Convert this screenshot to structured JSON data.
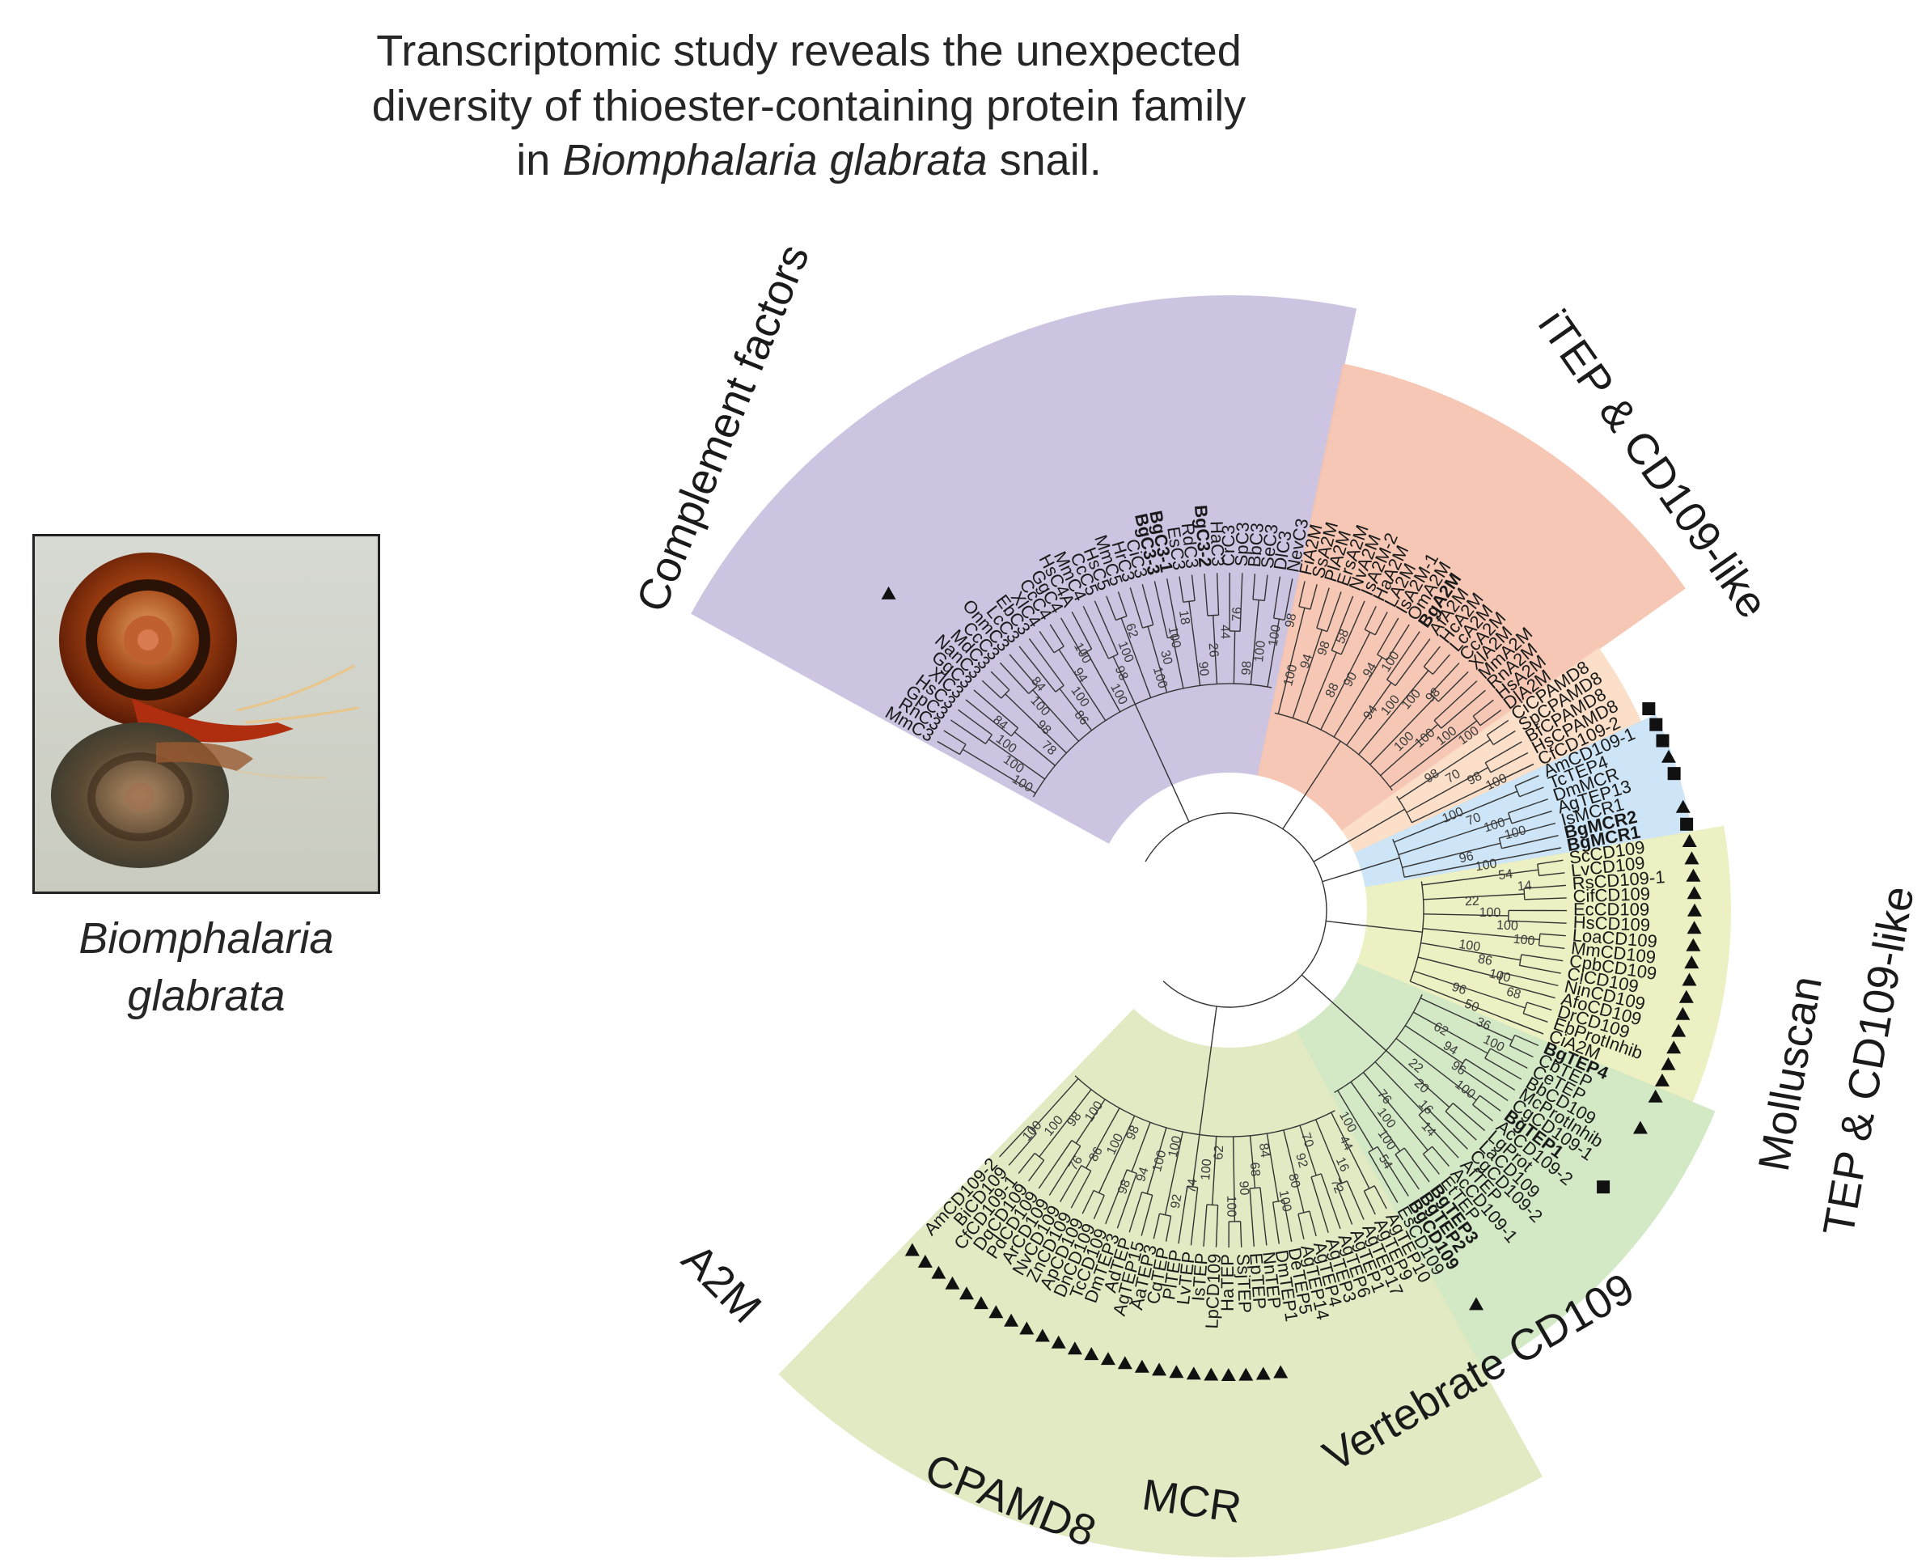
{
  "title": {
    "line1": "Transcriptomic study reveals the unexpected",
    "line2": "diversity of thioester-containing protein family",
    "line3_pre": "in ",
    "line3_italic": "Biomphalaria glabrata",
    "line3_post": " snail."
  },
  "photo": {
    "caption_line1": "Biomphalaria",
    "caption_line2": "glabrata"
  },
  "colors": {
    "complement": "#c9bfe0",
    "a2m": "#f5c2ae",
    "cpamd8": "#fbdcc3",
    "mcr": "#c9e3f5",
    "vertebrate": "#ecefbd",
    "itep": "#dfe8bf",
    "molluscan": "#cfe7c1"
  },
  "clade_labels": {
    "complement": "Complement factors",
    "a2m": "A2M",
    "cpamd8": "CPAMD8",
    "mcr": "MCR",
    "vertebrate": "Vertebrate CD109",
    "itep": "iTEP & CD109-like",
    "molluscan1": "Molluscan",
    "molluscan2": "TEP & CD109-like"
  },
  "leaves": [
    {
      "name": "MmC3",
      "clade": "complement"
    },
    {
      "name": "RnC3",
      "clade": "complement"
    },
    {
      "name": "GpC3",
      "clade": "complement"
    },
    {
      "name": "HsC3",
      "clade": "complement"
    },
    {
      "name": "XlC3",
      "clade": "complement"
    },
    {
      "name": "GgC3",
      "clade": "complement"
    },
    {
      "name": "NanC3",
      "clade": "complement",
      "marker": "triangle"
    },
    {
      "name": "MdC3",
      "clade": "complement"
    },
    {
      "name": "CcC3",
      "clade": "complement"
    },
    {
      "name": "OnmC3",
      "clade": "complement"
    },
    {
      "name": "LcC3",
      "clade": "complement"
    },
    {
      "name": "EbC3",
      "clade": "complement"
    },
    {
      "name": "XlC4",
      "clade": "complement"
    },
    {
      "name": "CcC4",
      "clade": "complement"
    },
    {
      "name": "GgC4",
      "clade": "complement"
    },
    {
      "name": "HsC4A",
      "clade": "complement"
    },
    {
      "name": "MmC4",
      "clade": "complement"
    },
    {
      "name": "CcC5",
      "clade": "complement"
    },
    {
      "name": "HsC5",
      "clade": "complement"
    },
    {
      "name": "MmC5",
      "clade": "complement"
    },
    {
      "name": "HrC3",
      "clade": "complement"
    },
    {
      "name": "CiC3",
      "clade": "complement"
    },
    {
      "name": "BgC3-3",
      "clade": "complement",
      "bold": true
    },
    {
      "name": "BgC3-1",
      "clade": "complement",
      "bold": true
    },
    {
      "name": "EsC3",
      "clade": "complement"
    },
    {
      "name": "RdC3",
      "clade": "complement"
    },
    {
      "name": "BgC3-2",
      "clade": "complement",
      "bold": true
    },
    {
      "name": "HaC3",
      "clade": "complement"
    },
    {
      "name": "CrC3",
      "clade": "complement"
    },
    {
      "name": "SpC3",
      "clade": "complement"
    },
    {
      "name": "BbC3",
      "clade": "complement"
    },
    {
      "name": "SeC3",
      "clade": "complement"
    },
    {
      "name": "DlC3",
      "clade": "complement"
    },
    {
      "name": "NevC3",
      "clade": "complement"
    },
    {
      "name": "FiA2M",
      "clade": "a2m"
    },
    {
      "name": "SsA2M",
      "clade": "a2m"
    },
    {
      "name": "PlA2M",
      "clade": "a2m"
    },
    {
      "name": "ErsA2M",
      "clade": "a2m"
    },
    {
      "name": "NvA2M",
      "clade": "a2m"
    },
    {
      "name": "IsA2M-2",
      "clade": "a2m"
    },
    {
      "name": "HaA2M",
      "clade": "a2m"
    },
    {
      "name": "LA2M",
      "clade": "a2m"
    },
    {
      "name": "IsA2M-1",
      "clade": "a2m"
    },
    {
      "name": "OmA2M",
      "clade": "a2m"
    },
    {
      "name": "BgA2M",
      "clade": "a2m",
      "bold": true
    },
    {
      "name": "AfA2M",
      "clade": "a2m"
    },
    {
      "name": "HcA2M",
      "clade": "a2m"
    },
    {
      "name": "LcA2M",
      "clade": "a2m"
    },
    {
      "name": "CcA2M",
      "clade": "a2m"
    },
    {
      "name": "XlA2M",
      "clade": "a2m"
    },
    {
      "name": "MmA2M",
      "clade": "a2m"
    },
    {
      "name": "RnA2M",
      "clade": "a2m"
    },
    {
      "name": "HsA2M",
      "clade": "a2m"
    },
    {
      "name": "DlA2M",
      "clade": "a2m"
    },
    {
      "name": "CiCPAMD8",
      "clade": "cpamd8"
    },
    {
      "name": "SpCPAMD8",
      "clade": "cpamd8"
    },
    {
      "name": "BfCPAMD8",
      "clade": "cpamd8"
    },
    {
      "name": "HsCPAMD8",
      "clade": "cpamd8"
    },
    {
      "name": "CfCD109-2",
      "clade": "cpamd8",
      "marker": "square"
    },
    {
      "name": "AmCD109-1",
      "clade": "mcr",
      "marker": "square"
    },
    {
      "name": "TcTEP4",
      "clade": "mcr",
      "marker": "square"
    },
    {
      "name": "DmMCR",
      "clade": "mcr",
      "marker": "triangle"
    },
    {
      "name": "AgTEP13",
      "clade": "mcr",
      "marker": "square"
    },
    {
      "name": "IsMCR1",
      "clade": "mcr"
    },
    {
      "name": "BgMCR2",
      "clade": "mcr",
      "bold": true,
      "marker": "triangle"
    },
    {
      "name": "BgMCR1",
      "clade": "mcr",
      "bold": true,
      "marker": "square"
    },
    {
      "name": "ScCD109",
      "clade": "vertebrate",
      "marker": "triangle"
    },
    {
      "name": "LvCD109",
      "clade": "vertebrate",
      "marker": "triangle"
    },
    {
      "name": "RsCD109-1",
      "clade": "vertebrate",
      "marker": "triangle"
    },
    {
      "name": "CifCD109",
      "clade": "vertebrate",
      "marker": "triangle"
    },
    {
      "name": "EcCD109",
      "clade": "vertebrate",
      "marker": "triangle"
    },
    {
      "name": "HsCD109",
      "clade": "vertebrate",
      "marker": "triangle"
    },
    {
      "name": "LoaCD109",
      "clade": "vertebrate",
      "marker": "triangle"
    },
    {
      "name": "MmCD109",
      "clade": "vertebrate",
      "marker": "triangle"
    },
    {
      "name": "CpbCD109",
      "clade": "vertebrate",
      "marker": "triangle"
    },
    {
      "name": "CiCD109",
      "clade": "vertebrate",
      "marker": "triangle"
    },
    {
      "name": "NinCD109",
      "clade": "vertebrate",
      "marker": "triangle"
    },
    {
      "name": "AfoCD109",
      "clade": "vertebrate",
      "marker": "triangle"
    },
    {
      "name": "DrCD109",
      "clade": "vertebrate",
      "marker": "triangle"
    },
    {
      "name": "EbProtInhib",
      "clade": "vertebrate",
      "marker": "triangle"
    },
    {
      "name": "CiA2M",
      "clade": "vertebrate",
      "marker": "triangle"
    },
    {
      "name": "BgTEP4",
      "clade": "molluscan",
      "bold": true,
      "marker": "triangle"
    },
    {
      "name": "CbTEP",
      "clade": "molluscan"
    },
    {
      "name": "CeTEP",
      "clade": "molluscan",
      "marker": "triangle"
    },
    {
      "name": "BbCD109",
      "clade": "molluscan"
    },
    {
      "name": "McProtInhib",
      "clade": "molluscan"
    },
    {
      "name": "CgCD109-1",
      "clade": "molluscan"
    },
    {
      "name": "BgTEP1",
      "clade": "molluscan",
      "bold": true,
      "marker": "square"
    },
    {
      "name": "AcCD109-2",
      "clade": "molluscan"
    },
    {
      "name": "LgProt",
      "clade": "molluscan"
    },
    {
      "name": "LaCD109",
      "clade": "molluscan"
    },
    {
      "name": "CgCD109-2",
      "clade": "molluscan"
    },
    {
      "name": "AfTEP",
      "clade": "molluscan"
    },
    {
      "name": "AcCD109-1",
      "clade": "molluscan"
    },
    {
      "name": "EtTEP",
      "clade": "molluscan"
    },
    {
      "name": "BgTEP3",
      "clade": "molluscan",
      "bold": true
    },
    {
      "name": "BgTEP2",
      "clade": "molluscan",
      "bold": true
    },
    {
      "name": "BgCD109",
      "clade": "molluscan",
      "bold": true,
      "marker": "triangle"
    },
    {
      "name": "EsCD109",
      "clade": "molluscan"
    },
    {
      "name": "AgTEP10",
      "clade": "itep"
    },
    {
      "name": "AgTEP9",
      "clade": "itep"
    },
    {
      "name": "AgTEP17",
      "clade": "itep"
    },
    {
      "name": "AgTEP1",
      "clade": "itep"
    },
    {
      "name": "AgTEP6",
      "clade": "itep"
    },
    {
      "name": "AgTEP3",
      "clade": "itep"
    },
    {
      "name": "AgTEP4",
      "clade": "itep"
    },
    {
      "name": "AgTEP14",
      "clade": "itep"
    },
    {
      "name": "DeTEP5",
      "clade": "itep"
    },
    {
      "name": "DmTEP1",
      "clade": "itep"
    },
    {
      "name": "NnTEP",
      "clade": "itep",
      "marker": "triangle"
    },
    {
      "name": "EpTEP",
      "clade": "itep",
      "marker": "triangle"
    },
    {
      "name": "SsjTEP",
      "clade": "itep",
      "marker": "triangle"
    },
    {
      "name": "HaTEP",
      "clade": "itep",
      "marker": "triangle"
    },
    {
      "name": "LpCD109",
      "clade": "itep",
      "marker": "triangle"
    },
    {
      "name": "IsTEP",
      "clade": "itep",
      "marker": "triangle"
    },
    {
      "name": "LvTEP",
      "clade": "itep",
      "marker": "triangle"
    },
    {
      "name": "PlTEP",
      "clade": "itep",
      "marker": "triangle"
    },
    {
      "name": "CqTEP",
      "clade": "itep",
      "marker": "triangle"
    },
    {
      "name": "AaTEP3",
      "clade": "itep",
      "marker": "triangle"
    },
    {
      "name": "AgTEP15",
      "clade": "itep",
      "marker": "triangle"
    },
    {
      "name": "AdTEP",
      "clade": "itep",
      "marker": "triangle"
    },
    {
      "name": "DmTEP3",
      "clade": "itep",
      "marker": "triangle"
    },
    {
      "name": "TcCD109",
      "clade": "itep",
      "marker": "triangle"
    },
    {
      "name": "DnCD109",
      "clade": "itep",
      "marker": "triangle"
    },
    {
      "name": "ApCD109",
      "clade": "itep",
      "marker": "triangle"
    },
    {
      "name": "ZnCD109",
      "clade": "itep",
      "marker": "triangle"
    },
    {
      "name": "NvCD109",
      "clade": "itep",
      "marker": "triangle"
    },
    {
      "name": "ArCD109",
      "clade": "itep",
      "marker": "triangle"
    },
    {
      "name": "PdCD109",
      "clade": "itep",
      "marker": "triangle"
    },
    {
      "name": "DqCD109",
      "clade": "itep",
      "marker": "triangle"
    },
    {
      "name": "CfCD109-1",
      "clade": "itep",
      "marker": "triangle"
    },
    {
      "name": "BiCD109",
      "clade": "itep",
      "marker": "triangle"
    },
    {
      "name": "AmCD109-2",
      "clade": "itep",
      "marker": "triangle"
    }
  ],
  "bootstraps": [
    "100",
    "100",
    "100",
    "84",
    "78",
    "98",
    "100",
    "84",
    "86",
    "100",
    "94",
    "100",
    "100",
    "98",
    "100",
    "62",
    "100",
    "30",
    "100",
    "18",
    "90",
    "26",
    "44",
    "76",
    "98",
    "100",
    "100",
    "98",
    "100",
    "94",
    "98",
    "58",
    "88",
    "90",
    "94",
    "100",
    "94",
    "100",
    "100",
    "98",
    "100",
    "100",
    "100",
    "100",
    "98",
    "70",
    "98",
    "100",
    "100",
    "70",
    "100",
    "100",
    "96",
    "100",
    "54",
    "14",
    "22",
    "100",
    "100",
    "100",
    "100",
    "86",
    "100",
    "68",
    "96",
    "50",
    "36",
    "100",
    "62",
    "94",
    "96",
    "100",
    "22",
    "20",
    "16",
    "14",
    "76",
    "100",
    "100",
    "54",
    "100",
    "44",
    "16",
    "72",
    "70",
    "92",
    "80",
    "100",
    "84",
    "68",
    "90",
    "100",
    "62",
    "100",
    "74",
    "92",
    "100",
    "100",
    "94",
    "98",
    "98",
    "100",
    "86",
    "76",
    "100",
    "98",
    "100",
    "100"
  ]
}
